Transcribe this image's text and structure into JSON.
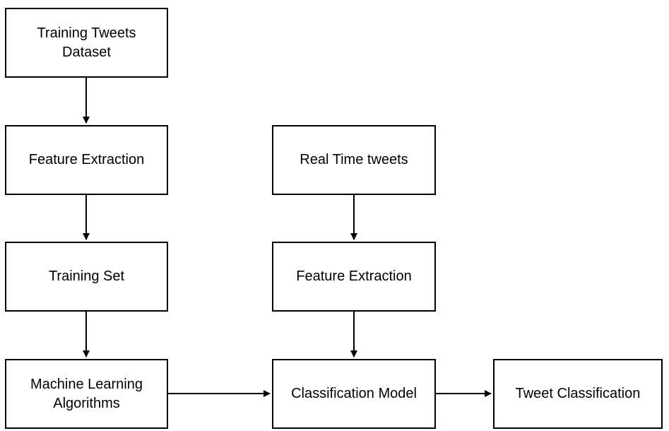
{
  "diagram": {
    "nodes": {
      "training_tweets_dataset": "Training Tweets\nDataset",
      "feature_extraction_left": "Feature Extraction",
      "training_set": "Training Set",
      "machine_learning_algorithms": "Machine Learning\nAlgorithms",
      "real_time_tweets": "Real Time tweets",
      "feature_extraction_right": "Feature Extraction",
      "classification_model": "Classification Model",
      "tweet_classification": "Tweet Classification"
    },
    "edges": [
      {
        "from": "training_tweets_dataset",
        "to": "feature_extraction_left"
      },
      {
        "from": "feature_extraction_left",
        "to": "training_set"
      },
      {
        "from": "training_set",
        "to": "machine_learning_algorithms"
      },
      {
        "from": "real_time_tweets",
        "to": "feature_extraction_right"
      },
      {
        "from": "feature_extraction_right",
        "to": "classification_model"
      },
      {
        "from": "machine_learning_algorithms",
        "to": "classification_model"
      },
      {
        "from": "classification_model",
        "to": "tweet_classification"
      }
    ],
    "colors": {
      "stroke": "#000000",
      "background": "#ffffff"
    }
  }
}
